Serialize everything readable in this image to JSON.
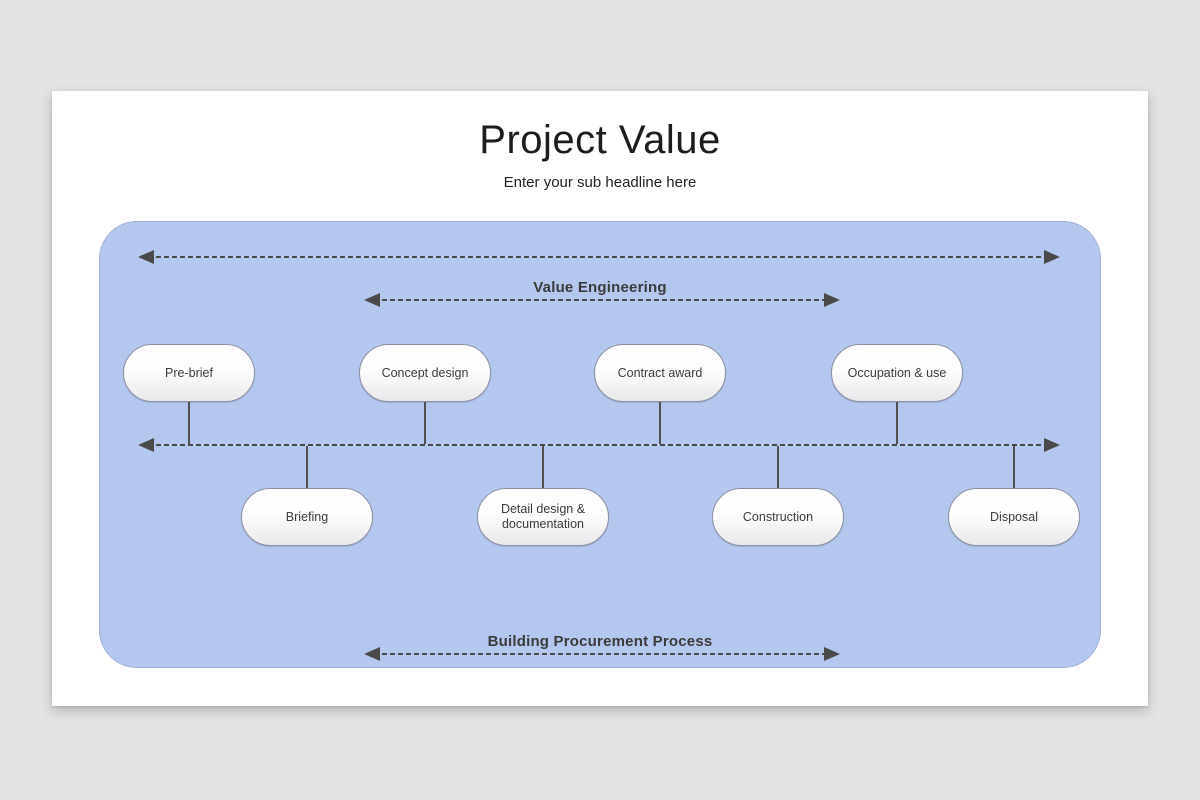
{
  "slide": {
    "title": "Project Value",
    "subtitle": "Enter your sub headline here"
  },
  "diagram": {
    "bands": {
      "value_engineering": "Value Engineering",
      "building_procurement": "Building Procurement Process"
    },
    "top_nodes": [
      {
        "label": "Pre-brief"
      },
      {
        "label": "Concept design"
      },
      {
        "label": "Contract award"
      },
      {
        "label": "Occupation & use"
      }
    ],
    "bottom_nodes": [
      {
        "label": "Briefing"
      },
      {
        "label": "Detail design & documentation"
      },
      {
        "label": "Construction"
      },
      {
        "label": "Disposal"
      }
    ],
    "colors": {
      "panel_fill": "#b4c7ee",
      "panel_border": "#8d99b8",
      "arrow": "#4a4a4a",
      "node_border": "#8b90a0",
      "node_fill_top": "#ffffff",
      "node_fill_bottom": "#e9e9eb"
    }
  }
}
